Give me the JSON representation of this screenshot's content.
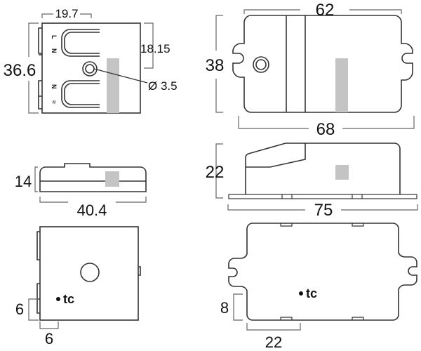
{
  "colors": {
    "outline": "#333333",
    "marker": "#c4c4c4"
  },
  "views": {
    "top_left": {
      "width": "19.7",
      "height": "36.6",
      "terminal_spacing": "18.15",
      "hole": "Ø 3.5",
      "terminal_labels": [
        "L",
        "N",
        "N",
        "≈"
      ]
    },
    "top_right": {
      "width": "62",
      "overall_width": "68",
      "height": "38"
    },
    "mid_left": {
      "height": "14",
      "length": "40.4"
    },
    "mid_right": {
      "height": "22",
      "length": "75"
    },
    "bottom_left": {
      "tc_label": "tc",
      "tc_offset_y": "6",
      "tc_offset_x": "6"
    },
    "bottom_right": {
      "tc_label": "tc",
      "tc_offset_y": "8",
      "tc_offset_x": "22"
    }
  }
}
